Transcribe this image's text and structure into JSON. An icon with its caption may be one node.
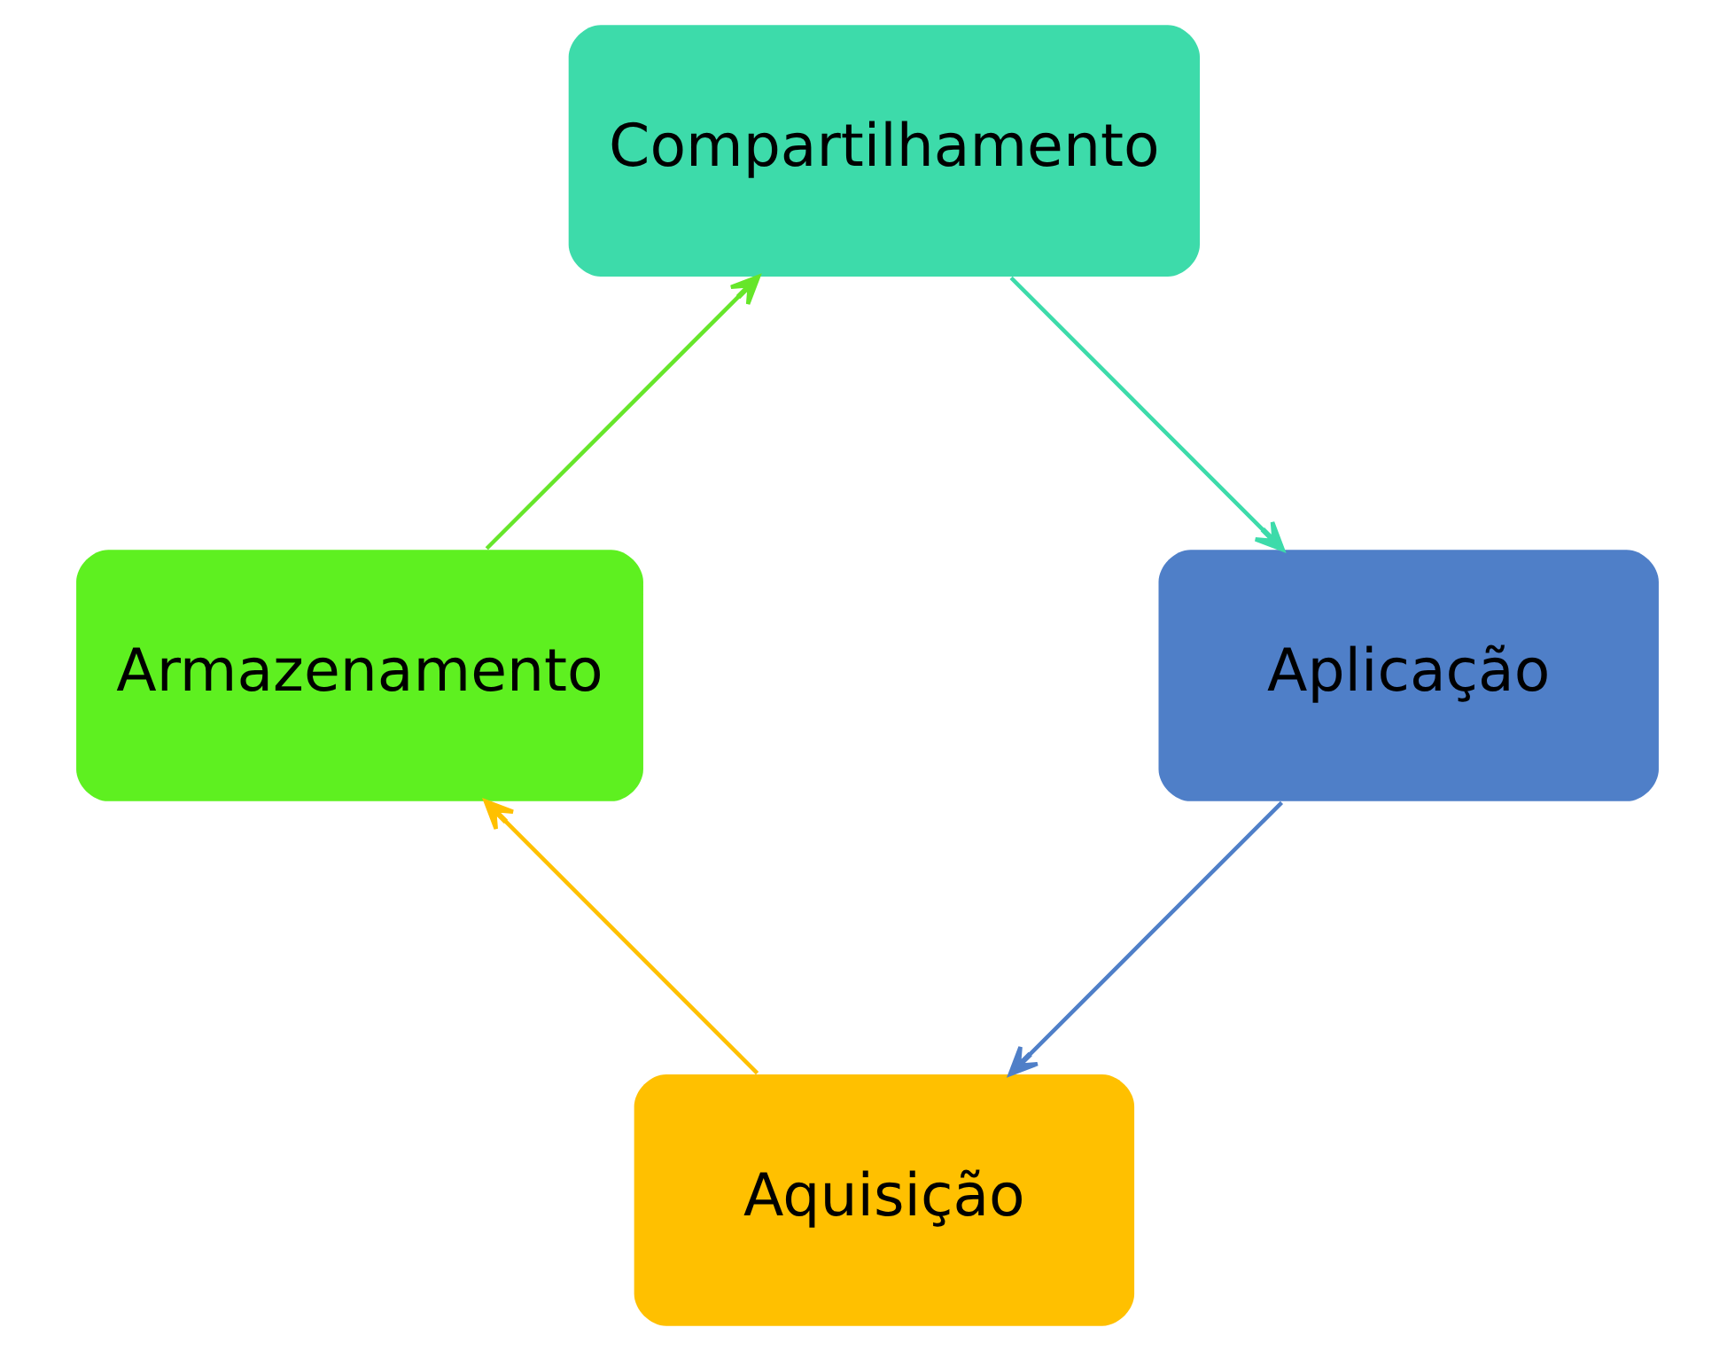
{
  "diagram": {
    "nodes": [
      {
        "text": [
          "Aquisição"
        ]
      },
      {
        "text": [
          "Armazenamento"
        ]
      },
      {
        "text": [
          "Compartilhamento"
        ]
      },
      {
        "text": [
          "Aplicação"
        ]
      }
    ],
    "edges": [
      {
        "from": 0,
        "to": 1,
        "arrow": "to",
        "color": "#ffc000"
      },
      {
        "from": 1,
        "to": 2,
        "arrow": "to",
        "color": "#66e62a"
      },
      {
        "from": 2,
        "to": 3,
        "arrow": "to",
        "color": "#3ddbaa"
      },
      {
        "from": 3,
        "to": 0,
        "arrow": "to",
        "color": "#4f7fc8"
      }
    ]
  }
}
